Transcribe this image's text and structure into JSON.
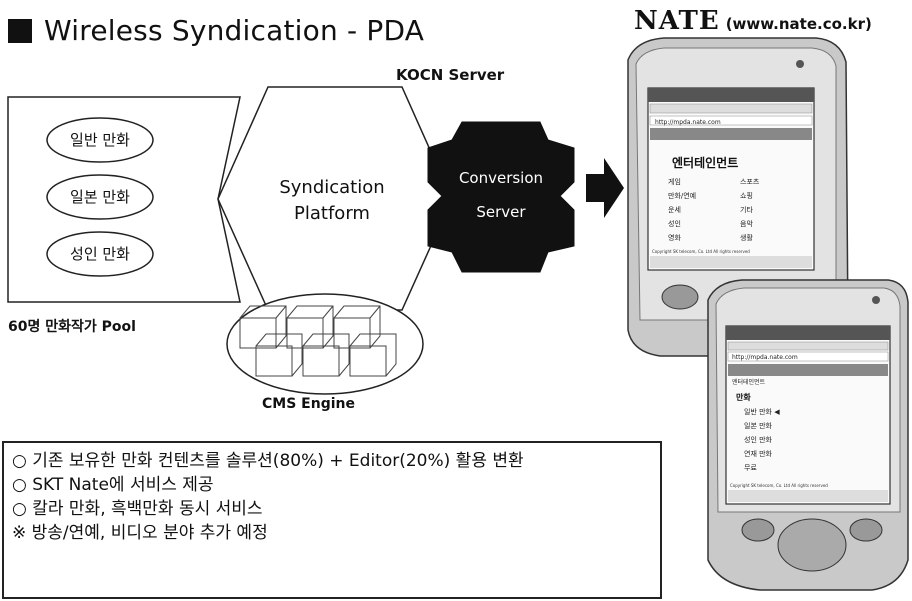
{
  "header": {
    "title": "Wireless Syndication - PDA",
    "brand_logo": "NATE",
    "brand_url": "(www.nate.co.kr)"
  },
  "diagram": {
    "server_label": "KOCN Server",
    "platform_label_1": "Syndication",
    "platform_label_2": "Platform",
    "conversion_label_1": "Conversion",
    "conversion_label_2": "Server",
    "comics": [
      "일반 만화",
      "일본 만화",
      "성인 만화"
    ],
    "pool_label": "60명 만화작가 Pool",
    "cms_label": "CMS Engine"
  },
  "phone_top": {
    "address": "http://mpda.nate.com",
    "heading": "엔터테인먼트",
    "menu": [
      "게임",
      "만화/연예",
      "운세",
      "성인",
      "영화",
      "스포츠",
      "쇼핑",
      "기타",
      "음악",
      "생활"
    ],
    "footer": "Copyright SK telecom, Co. Ltd All rights reserved"
  },
  "phone_bottom": {
    "address": "http://mpda.nate.com",
    "heading": "엔터테인먼트",
    "section": "만화",
    "items": [
      "일반 만화 ◀",
      "일본 만화",
      "성인 만화",
      "연재 만화",
      "무료"
    ],
    "footer": "Copyright SK telecom, Co. Ltd All rights reserved"
  },
  "notes": [
    "○ 기존 보유한 만화 컨텐츠를 솔루션(80%) + Editor(20%) 활용 변환",
    "○ SKT Nate에 서비스 제공",
    "○ 칼라 만화, 흑백만화 동시 서비스",
    "※ 방송/연예, 비디오 분야 추가 예정"
  ]
}
